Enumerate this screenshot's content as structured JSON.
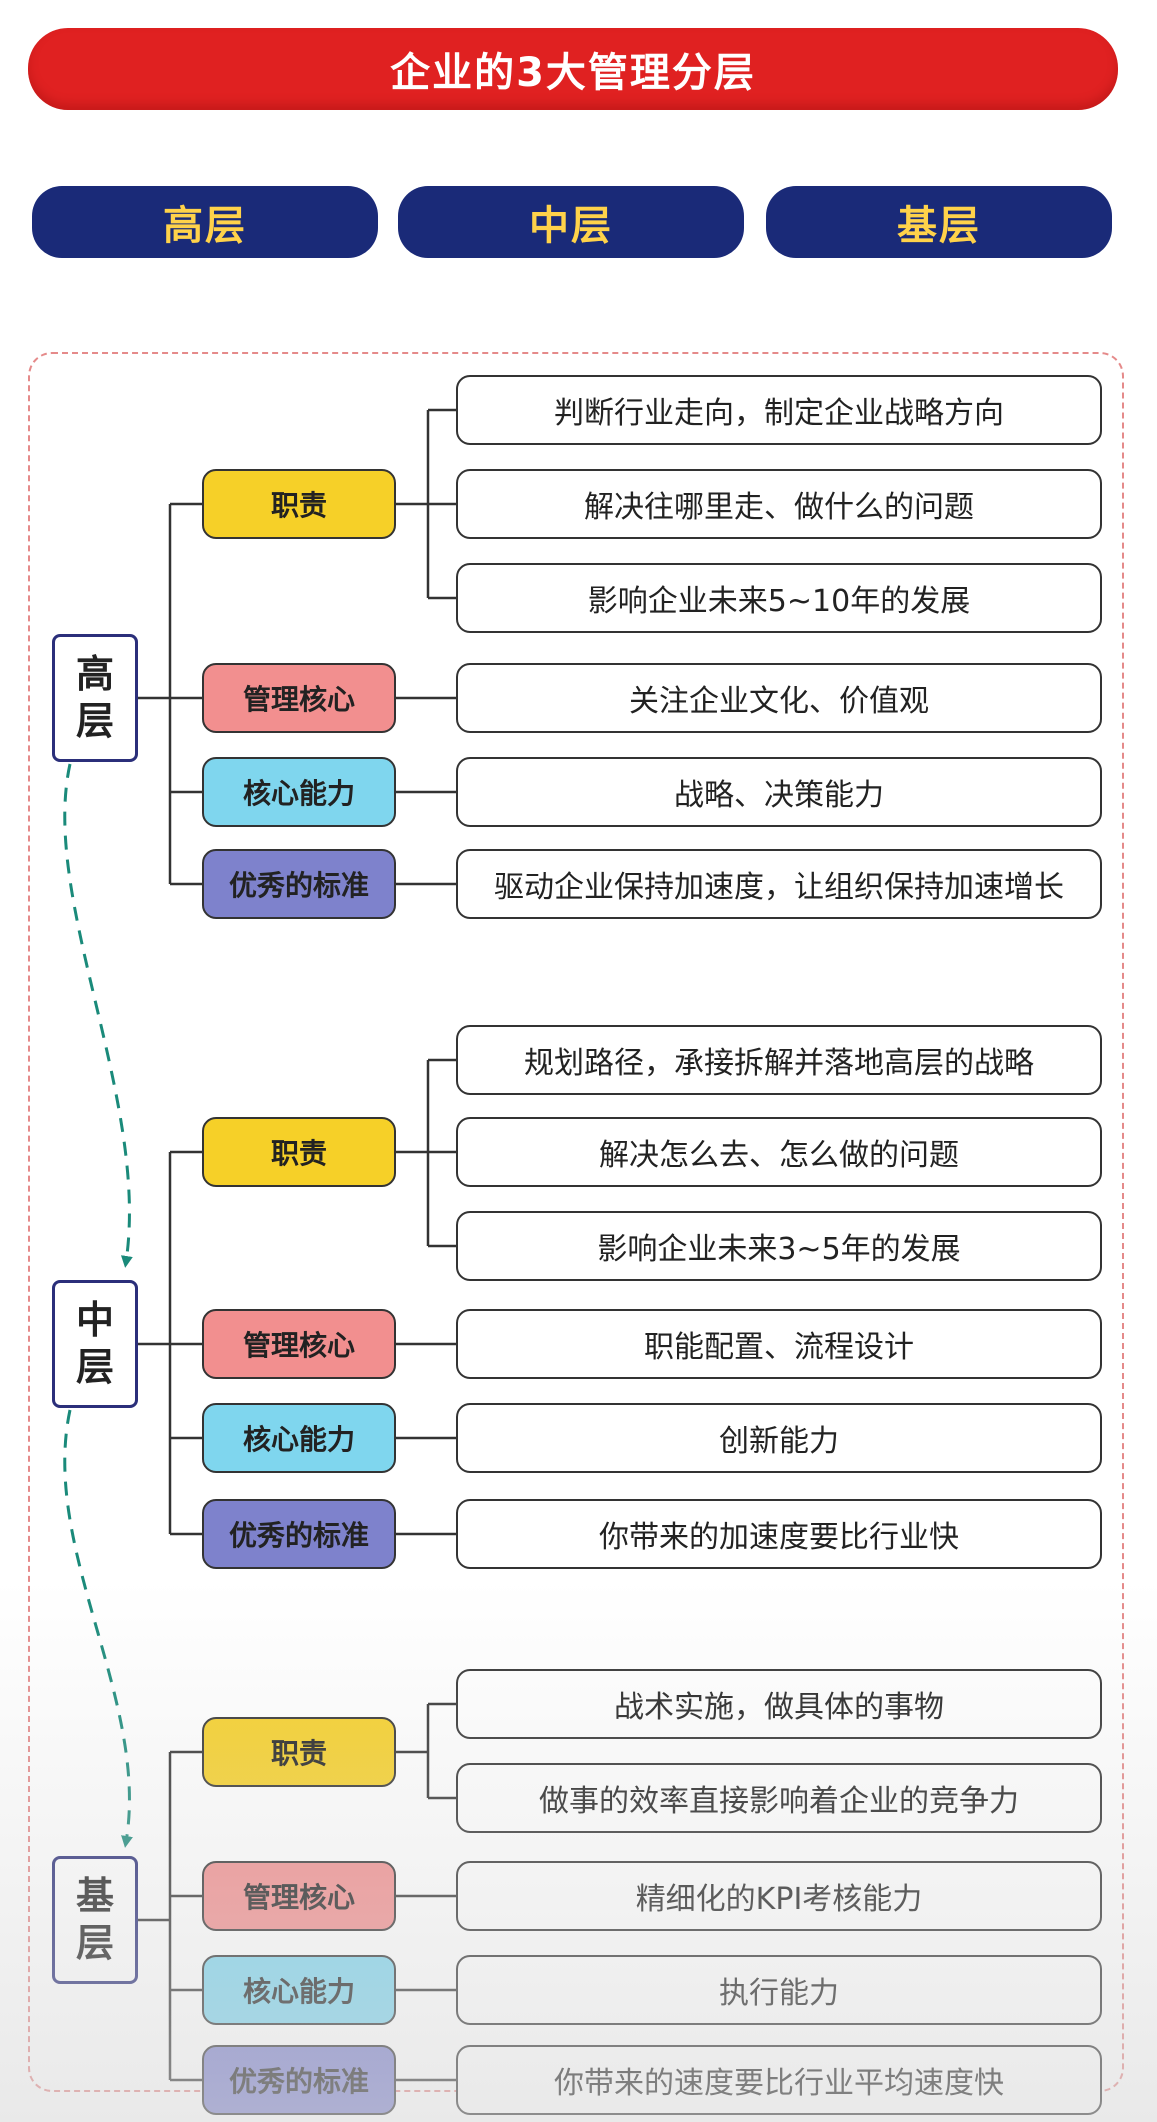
{
  "title": "企业的3大管理分层",
  "tiers": [
    "高层",
    "中层",
    "基层"
  ],
  "colors": {
    "title_banner": "#e02121",
    "tier_pill": "#1a2a78",
    "tier_text": "#ffd24a",
    "duty": "#f6d028",
    "management_core": "#f28f8f",
    "core_ability": "#7fd6ee",
    "excellence_standard": "#7e82cc",
    "arrow": "#1a8a7a"
  },
  "levels": [
    {
      "name_top": "高",
      "name_bottom": "层",
      "categories": [
        {
          "label": "职责",
          "items": [
            "判断行业走向，制定企业战略方向",
            "解决往哪里走、做什么的问题",
            "影响企业未来5~10年的发展"
          ]
        },
        {
          "label": "管理核心",
          "items": [
            "关注企业文化、价值观"
          ]
        },
        {
          "label": "核心能力",
          "items": [
            "战略、决策能力"
          ]
        },
        {
          "label": "优秀的标准",
          "items": [
            "驱动企业保持加速度，让组织保持加速增长"
          ]
        }
      ]
    },
    {
      "name_top": "中",
      "name_bottom": "层",
      "categories": [
        {
          "label": "职责",
          "items": [
            "规划路径，承接拆解并落地高层的战略",
            "解决怎么去、怎么做的问题",
            "影响企业未来3~5年的发展"
          ]
        },
        {
          "label": "管理核心",
          "items": [
            "职能配置、流程设计"
          ]
        },
        {
          "label": "核心能力",
          "items": [
            "创新能力"
          ]
        },
        {
          "label": "优秀的标准",
          "items": [
            "你带来的加速度要比行业快"
          ]
        }
      ]
    },
    {
      "name_top": "基",
      "name_bottom": "层",
      "categories": [
        {
          "label": "职责",
          "items": [
            "战术实施，做具体的事物",
            "做事的效率直接影响着企业的竞争力"
          ]
        },
        {
          "label": "管理核心",
          "items": [
            "精细化的KPI考核能力"
          ]
        },
        {
          "label": "核心能力",
          "items": [
            "执行能力"
          ]
        },
        {
          "label": "优秀的标准",
          "items": [
            "你带来的速度要比行业平均速度快"
          ]
        }
      ]
    }
  ]
}
